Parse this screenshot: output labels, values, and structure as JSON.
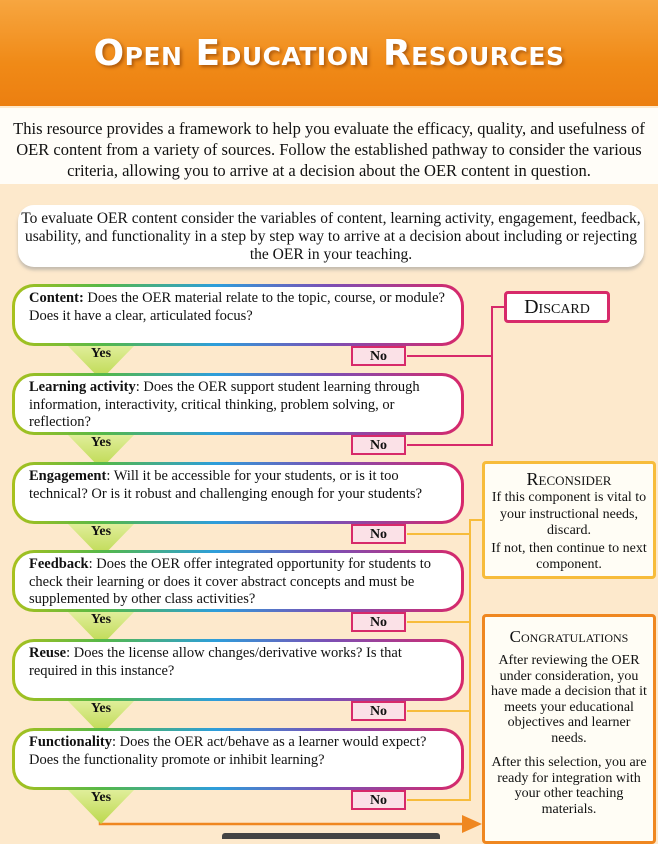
{
  "header": {
    "title": "Open Education Resources"
  },
  "intro": "This resource provides a framework to help you evaluate the efficacy, quality, and usefulness of OER content from a variety of sources. Follow the established pathway to consider the various criteria, allowing you to arrive at a decision about the OER content in question.",
  "instruction": "To evaluate OER content consider the variables of content, learning activity, engagement, feedback, usability, and functionality in a step by step way to arrive at a decision about including or rejecting the OER in your teaching.",
  "steps": [
    {
      "label": "Content:",
      "text": " Does the OER material relate to the topic, course, or module? Does it have a clear, articulated focus?"
    },
    {
      "label": "Learning activity",
      "text": ": Does the OER support student learning through information, interactivity, critical thinking, problem solving, or reflection?"
    },
    {
      "label": "Engagement",
      "text": ": Will it be accessible for your students, or is it too technical? Or is it robust and challenging enough for your students?"
    },
    {
      "label": "Feedback",
      "text": ": Does the OER offer integrated opportunity for students to check their learning or does it cover abstract concepts and must be supplemented by other class activities?"
    },
    {
      "label": "Reuse",
      "text": ":  Does the license allow changes/derivative works? Is that required in this instance?"
    },
    {
      "label": "Functionality",
      "text": ": Does the OER act/behave as a learner would expect? Does the functionality promote or inhibit learning?"
    }
  ],
  "yes_label": "Yes",
  "no_label": "No",
  "discard": {
    "title": "Discard"
  },
  "reconsider": {
    "title": "Reconsider",
    "text1": "If this component is vital to your instructional needs, discard.",
    "text2": "If not, then continue to next component."
  },
  "congratulations": {
    "title": "Congratulations",
    "text1": "After reviewing the OER under consideration, you have made a decision that it meets your educational objectives and learner needs.",
    "text2": "After this selection, you are ready for integration with your other teaching materials."
  },
  "colors": {
    "header": "#f08a17",
    "discard_border": "#d72a6a",
    "reconsider_border": "#f7bc3b",
    "congrats_border": "#ef8720",
    "yes_fill": "#c6dd5a"
  }
}
